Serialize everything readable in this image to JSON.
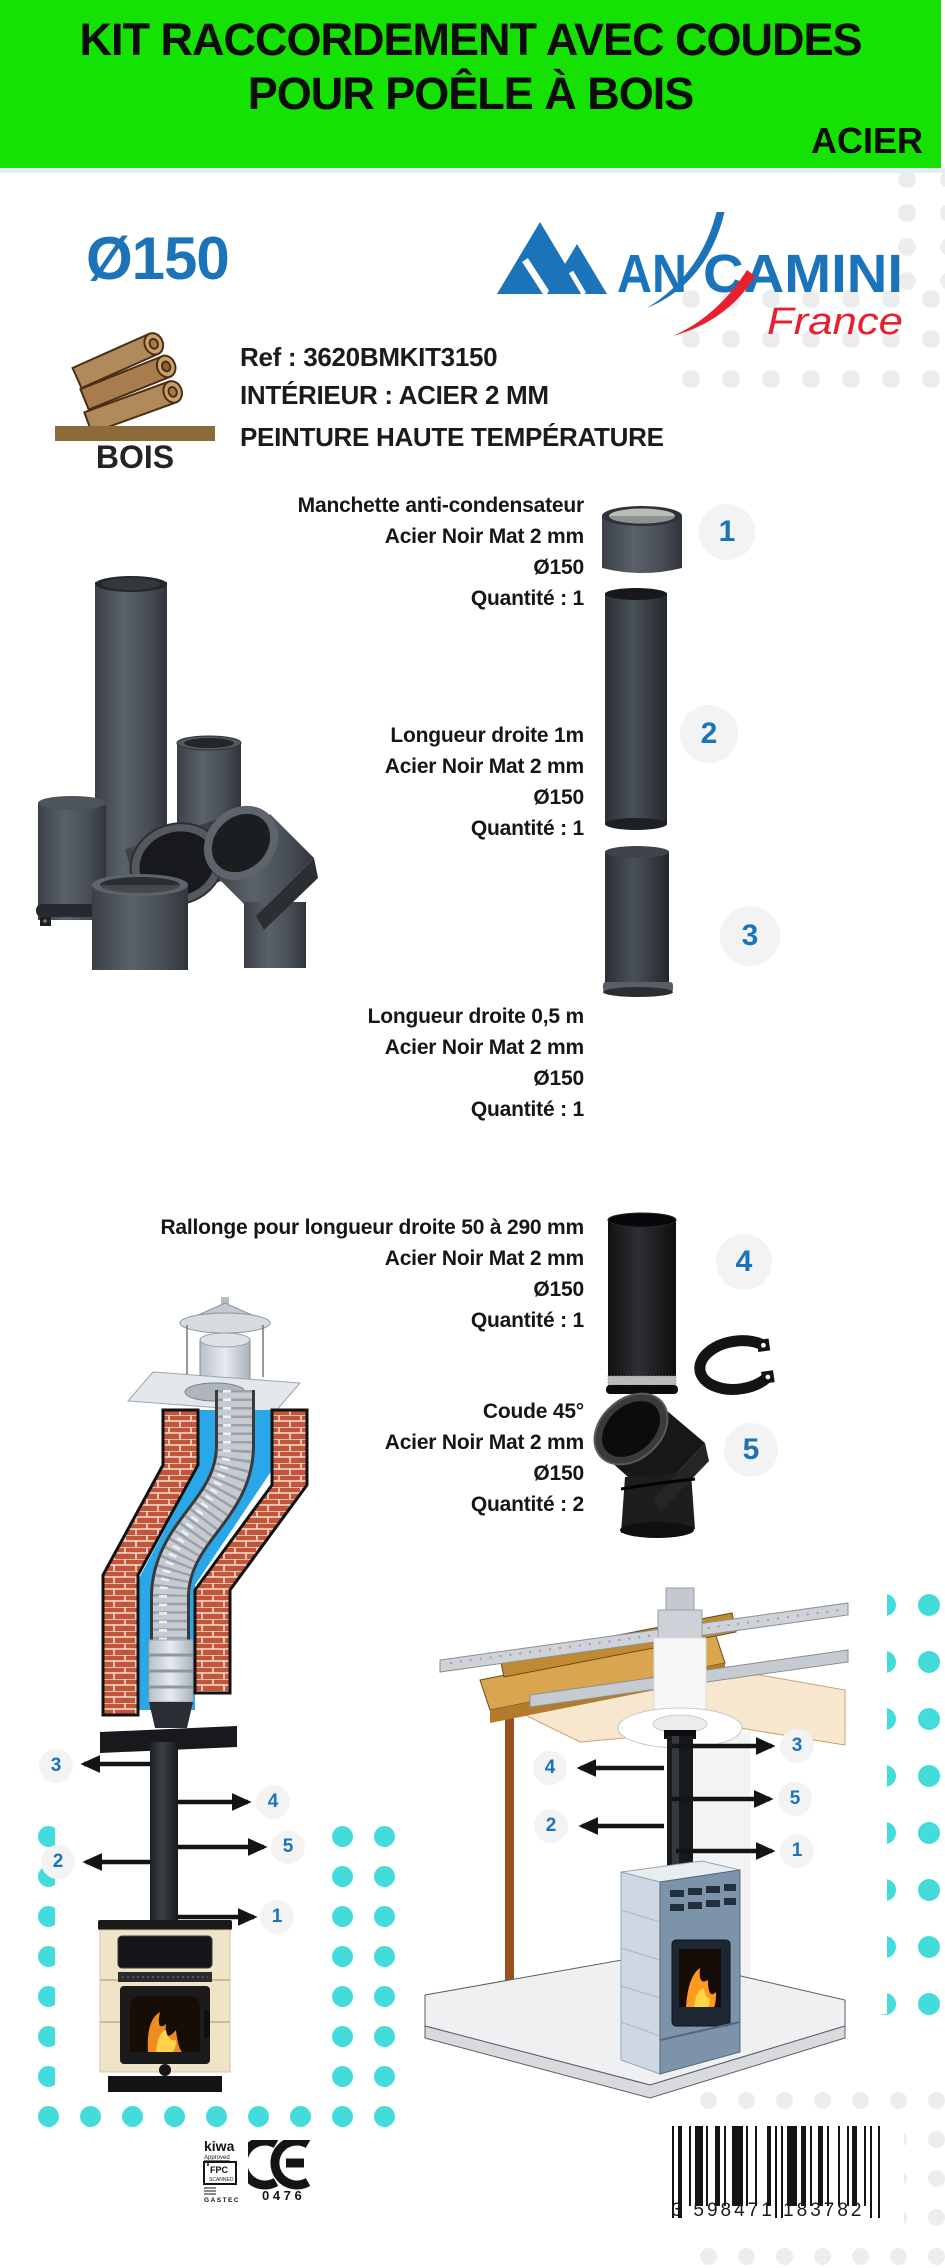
{
  "header": {
    "title_line1": "KIT RACCORDEMENT AVEC COUDES",
    "title_line2": "POUR POÊLE À BOIS",
    "material_tag": "ACIER",
    "bg_color": "#15e202"
  },
  "brand": {
    "diameter": "Ø150",
    "logo_main_1": "AN",
    "logo_main_2": "CAMINI",
    "logo_sub": "France",
    "fuel_label": "BOIS",
    "blue": "#1b74ba",
    "red": "#e6202e"
  },
  "product": {
    "ref": "Ref : 3620BMKIT3150",
    "interior": "INTÉRIEUR : ACIER 2 MM",
    "paint": "PEINTURE HAUTE TEMPÉRATURE"
  },
  "items": [
    {
      "number": "1",
      "lines": [
        "Manchette anti-condensateur",
        "Acier Noir Mat 2 mm",
        "Ø150",
        "Quantité : 1"
      ]
    },
    {
      "number": "2",
      "lines": [
        "Longueur droite 1m",
        "Acier Noir Mat 2 mm",
        "Ø150",
        "Quantité : 1"
      ]
    },
    {
      "number": "3",
      "lines": [
        "Longueur droite 0,5 m",
        "Acier Noir Mat 2 mm",
        "Ø150",
        "Quantité : 1"
      ]
    },
    {
      "number": "4",
      "lines": [
        "Rallonge pour longueur droite 50 à 290 mm",
        "Acier Noir Mat 2 mm",
        "Ø150",
        "Quantité : 1"
      ]
    },
    {
      "number": "5",
      "lines": [
        "Coude 45°",
        "Acier Noir Mat 2 mm",
        "Ø150",
        "Quantité : 2"
      ]
    }
  ],
  "diagram_left": {
    "callouts": [
      "3",
      "4",
      "2",
      "5",
      "1"
    ]
  },
  "diagram_right": {
    "callouts": [
      "3",
      "4",
      "5",
      "2",
      "1"
    ]
  },
  "certifications": {
    "kiwa": "kiwa",
    "kiwa_sub": "Approved",
    "fpc": "FPC",
    "fpc_sub": "SCANNED",
    "gastec": "GASTEC",
    "ce": "CE",
    "ce_number": "0 4 7 6"
  },
  "barcode": {
    "digits": "3  598471  183782"
  },
  "colors": {
    "accent_green": "#15e202",
    "accent_blue": "#1b74ba",
    "accent_red": "#e6202e",
    "dot_cyan": "#44dbdb",
    "dot_gray": "#ededed",
    "badge_bg": "#f3f3f3",
    "text": "#161616"
  }
}
